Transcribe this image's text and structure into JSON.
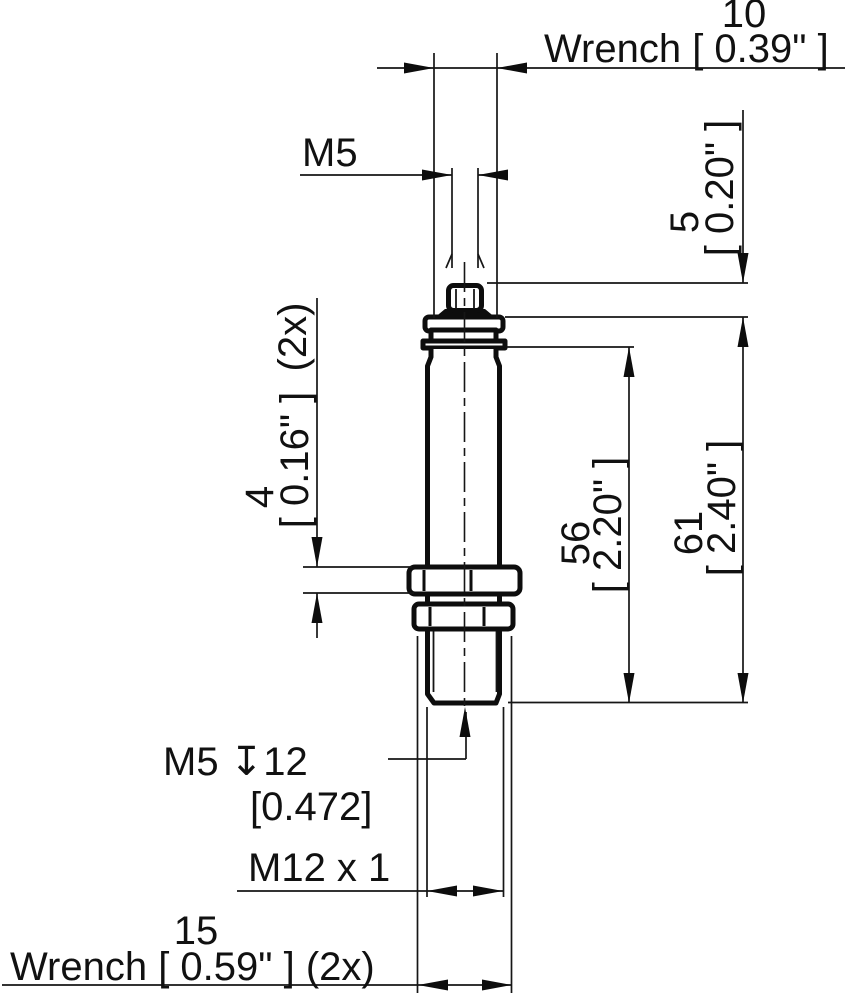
{
  "drawing": {
    "type": "technical-dimension-drawing",
    "units": "mm [inches]",
    "dimensions": {
      "wrench_top": {
        "number": "10",
        "text": "Wrench [ 0.39\" ]"
      },
      "m5_stud": {
        "label": "M5"
      },
      "stud_height": {
        "number": "5",
        "inches": "[ 0.20\" ]"
      },
      "nut_height": {
        "number": "4",
        "inches": "[ 0.16\" ]",
        "count": "(2x)"
      },
      "body_length": {
        "number": "56",
        "inches": "[ 2.20\" ]"
      },
      "total_length": {
        "number": "61",
        "inches": "[ 2.40\" ]"
      },
      "tapped_hole": {
        "callout": "M5 ↧12",
        "inches": "[0.472]"
      },
      "thread_spec": {
        "label": "M12 x 1"
      },
      "wrench_bottom": {
        "number": "15",
        "text": "Wrench [ 0.59\" ] (2x)"
      }
    }
  }
}
